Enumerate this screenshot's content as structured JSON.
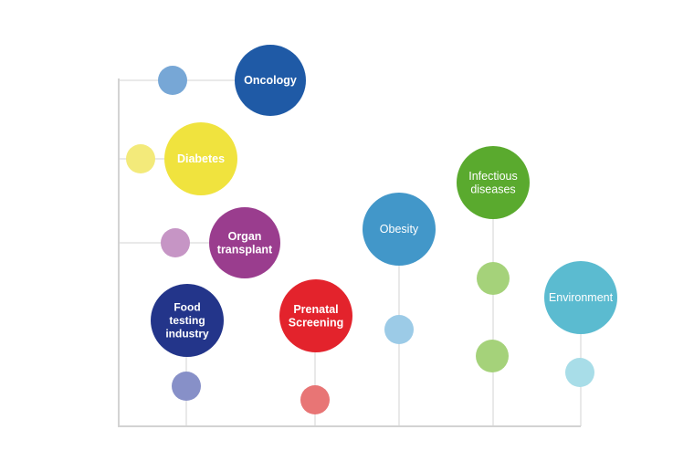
{
  "diagram": {
    "axis_color": "#d3d3d3",
    "bubbles": [
      {
        "key": "oncology",
        "lines": [
          "Oncology"
        ],
        "color": "#1f5aa6",
        "small_color": "#77a7d6"
      },
      {
        "key": "diabetes",
        "lines": [
          "Diabetes"
        ],
        "color": "#f0e33e",
        "small_color": "#f3ea7a"
      },
      {
        "key": "organ-transplant",
        "lines": [
          "Organ",
          "transplant"
        ],
        "color": "#9a3d8e",
        "small_color": "#c695c5"
      },
      {
        "key": "food-testing-industry",
        "lines": [
          "Food",
          "testing",
          "industry"
        ],
        "color": "#23358a",
        "small_color": "#8790c8"
      },
      {
        "key": "prenatal-screening",
        "lines": [
          "Prenatal",
          "Screening"
        ],
        "color": "#e3232c",
        "small_color": "#e87575"
      },
      {
        "key": "obesity",
        "lines": [
          "Obesity"
        ],
        "color": "#4297c9",
        "small_color": "#9ccbe7"
      },
      {
        "key": "infectious-diseases",
        "lines": [
          "Infectious",
          "diseases"
        ],
        "color": "#5aaa2e",
        "small_color": "#a5d27a"
      },
      {
        "key": "environment",
        "lines": [
          "Environment"
        ],
        "color": "#5bbbd0",
        "small_color": "#a8dde8"
      }
    ]
  }
}
